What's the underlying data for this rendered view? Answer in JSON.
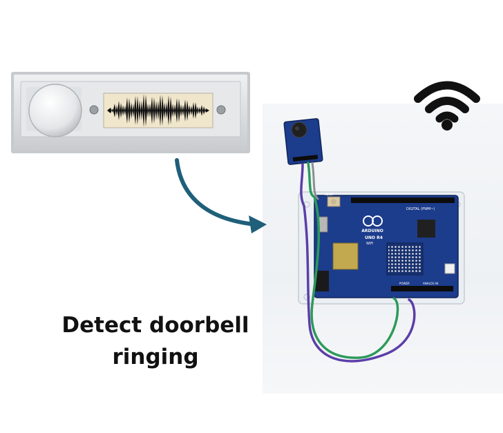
{
  "caption": {
    "line1": "Detect doorbell",
    "line2": "ringing"
  },
  "board_text": {
    "brand": "ARDUINO",
    "model": "UNO R4",
    "variant": "WiFi",
    "reset_label": "RESET",
    "digital_label": "DIGITAL (PWM~)",
    "power_label": "POWER",
    "analog_label": "ANALOG IN"
  },
  "colors": {
    "arrow": "#1f5f7a",
    "board": "#1c3c8c",
    "wire_green": "#2c9a5a",
    "wire_purple": "#5b3ea8",
    "waveform": "#111111",
    "waveform_bg": "#f0e6cc",
    "wifi_icon": "#111111"
  },
  "icons": [
    "wifi-icon",
    "doorbell",
    "sound-waveform",
    "arrow",
    "microphone-module",
    "arduino-board"
  ]
}
